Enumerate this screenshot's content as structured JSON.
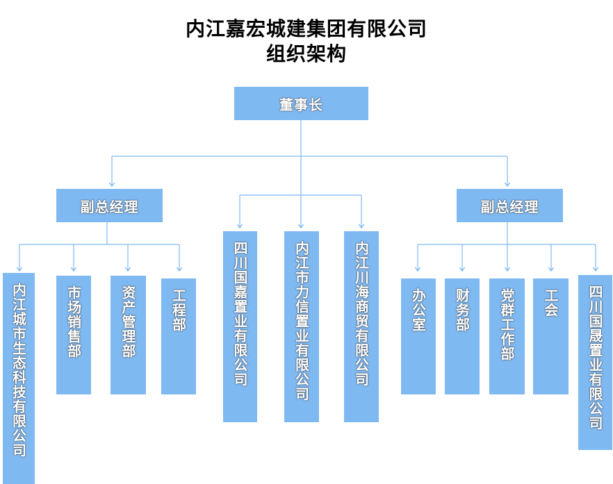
{
  "title": "内江嘉宏城建集团有限公司",
  "subtitle": "组织架构",
  "nodes": {
    "chairman": "董事长",
    "vp_left": "副总经理",
    "vp_right": "副总经理",
    "l1": "内江城市生态科技有限公司",
    "l2": "市场销售部",
    "l3": "资产管理部",
    "l4": "工程部",
    "c1": "四川国嘉置业有限公司",
    "c2": "内江市力信置业有限公司",
    "c3": "内江川海商贸有限公司",
    "r1": "办公室",
    "r2": "财务部",
    "r3": "党群工作部",
    "r4": "工会",
    "r5": "四川国晟置业有限公司"
  },
  "colors": {
    "box": "#7fb9f2",
    "line": "#7fb9f2"
  }
}
